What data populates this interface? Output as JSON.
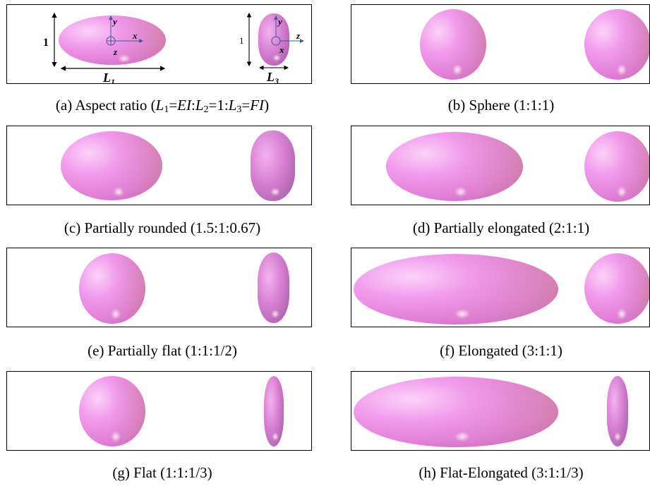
{
  "figure": {
    "panels": [
      {
        "id": "a",
        "caption": {
          "prefix": "(a) Aspect ratio (",
          "l1": "L",
          "l1_sub": "1",
          "eq1": "=",
          "ei": "EI",
          "colon1": ":",
          "l2": "L",
          "l2_sub": "2",
          "eq2": "=1:",
          "l3": "L",
          "l3_sub": "3",
          "eq3": "=",
          "fi": "FI",
          "suffix": ")"
        },
        "annotations": {
          "height_label": "1",
          "length_label_main": "L",
          "length_label_main_sub": "1",
          "height_label_side": "1",
          "length_label_side": "L",
          "length_label_side_sub": "3",
          "axis_y": "y",
          "axis_x": "x",
          "axis_z": "z",
          "side_axis_y": "y",
          "side_axis_z": "z",
          "side_axis_x": "x"
        }
      },
      {
        "id": "b",
        "caption": "(b) Sphere (1:1:1)"
      },
      {
        "id": "c",
        "caption": "(c) Partially rounded (1.5:1:0.67)"
      },
      {
        "id": "d",
        "caption": "(d) Partially elongated (2:1:1)"
      },
      {
        "id": "e",
        "caption": "(e) Partially flat (1:1:1/2)"
      },
      {
        "id": "f",
        "caption": "(f) Elongated (3:1:1)"
      },
      {
        "id": "g",
        "caption": "(g) Flat (1:1:1/3)"
      },
      {
        "id": "h",
        "caption": "(h) Flat-Elongated (3:1:1/3)"
      }
    ]
  }
}
